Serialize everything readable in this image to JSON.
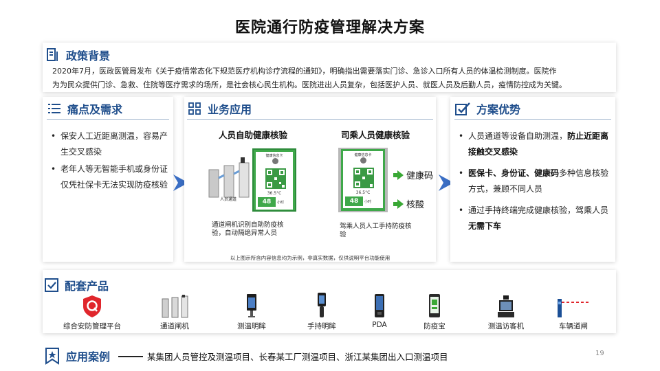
{
  "title": "医院通行防疫管理解决方案",
  "policy": {
    "heading": "政策背景",
    "line1": "2020年7月，医政医管局发布《关于疫情常态化下规范医疗机构诊疗流程的通知》，明确指出需要落实门诊、急诊入口所有人员的体温检测制度。医院作",
    "line2": "为为民众提供门诊、急救、住院等医疗需求的场所，是社会核心民生机构。医院进出人员复杂，包括医护人员、就医人员及后勤人员，疫情防控成为关键。"
  },
  "pain": {
    "heading": "痛点及需求",
    "items": [
      "保安人工近距离测温，容易产生交叉感染",
      "老年人等无智能手机或身份证仅凭社保卡无法实现防疫核验"
    ]
  },
  "business": {
    "heading": "业务应用",
    "left_title": "人员自助健康核验",
    "right_title": "司乘人员健康核验",
    "left_caption": "通道闸机识别自助防疫核验，自动隔绝异常人员",
    "right_caption": "驾乘人员人工手持防疫核验",
    "label_health_code": "健康码",
    "label_nucleic": "核酸",
    "note": "以上图示所含内容信息均为示例，非真实数据，仅供说明平台功能使用",
    "phone_header": "健康信息卡",
    "phone_temp": "36.5°C",
    "phone_num": "48",
    "phone_unit": "小时",
    "gate_label": "人员通道"
  },
  "advantage": {
    "heading": "方案优势",
    "items": [
      {
        "pre": "人员通道等设备自助测温，",
        "strong": "防止近距离接触交叉感染",
        "post": ""
      },
      {
        "pre": "",
        "strong": "医保卡、身份证、健康码",
        "post": "多种信息核验方式，兼顾不同人员"
      },
      {
        "pre": "通过手持终端完成健康核验，驾乘人员",
        "strong": "无需下车",
        "post": ""
      }
    ]
  },
  "products": {
    "heading": "配套产品",
    "items": [
      {
        "label": "综合安防管理平台",
        "icon": "shield-icon"
      },
      {
        "label": "通道闸机",
        "icon": "turnstile-icon"
      },
      {
        "label": "测温明眸",
        "icon": "temperature-terminal-icon"
      },
      {
        "label": "手持明眸",
        "icon": "handheld-terminal-icon"
      },
      {
        "label": "PDA",
        "icon": "pda-icon"
      },
      {
        "label": "防疫宝",
        "icon": "epidemic-device-icon"
      },
      {
        "label": "测温访客机",
        "icon": "visitor-kiosk-icon"
      },
      {
        "label": "车辆道闸",
        "icon": "barrier-gate-icon"
      }
    ]
  },
  "cases": {
    "heading": "应用案例",
    "text": "某集团人员管控及测温项目、长春某工厂测温项目、浙江某集团出入口测温项目"
  },
  "page_number": "19",
  "colors": {
    "accent": "#1f4e8c",
    "green": "#3aa835",
    "red": "#e0262c"
  }
}
